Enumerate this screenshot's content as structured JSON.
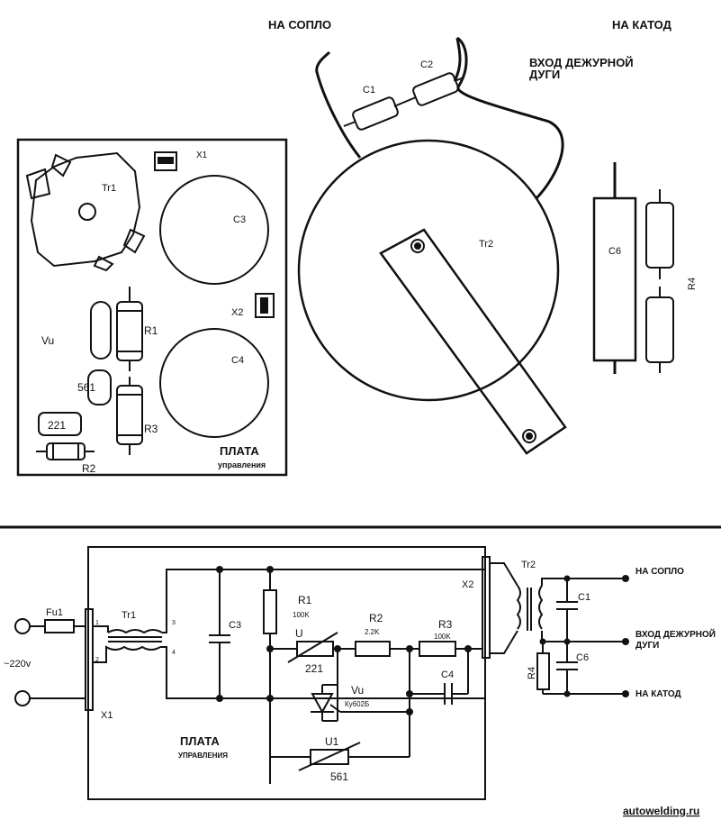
{
  "top": {
    "label_nozzle": "НА СОПЛО",
    "label_cathode": "НА КАТОД",
    "label_pilot_line1": "ВХОД ДЕЖУРНОЙ",
    "label_pilot_line2": "ДУГИ",
    "board": {
      "title": "ПЛАТА",
      "subtitle": "управления",
      "tr1": "Tr1",
      "x1": "X1",
      "x2": "X2",
      "c3": "C3",
      "c4": "C4",
      "vu": "Vu",
      "r1": "R1",
      "r3": "R3",
      "r2": "R2",
      "v561": "561",
      "v221": "221"
    },
    "c1": "C1",
    "c2": "C2",
    "tr2": "Tr2",
    "c6": "C6",
    "r4": "R4"
  },
  "schematic": {
    "fu1": "Fu1",
    "tr1": "Tr1",
    "mains": "~220v",
    "x1": "X1",
    "c3": "C3",
    "r1": "R1",
    "r1_val": "100K",
    "r2": "R2",
    "r2_val": "2.2K",
    "r3": "R3",
    "r3_val": "100K",
    "u": "U",
    "v221": "221",
    "vu": "Vu",
    "vu_part": "Ку602Б",
    "c4": "C4",
    "u1": "U1",
    "v561": "561",
    "x2": "X2",
    "tr2": "Tr2",
    "c1": "C1",
    "c6": "C6",
    "r4": "R4",
    "nozzle": "НА СОПЛО",
    "pilot_line1": "ВХОД ДЕЖУРНОЙ",
    "pilot_line2": "ДУГИ",
    "cathode": "НА КАТОД",
    "board_title": "ПЛАТА",
    "board_subtitle": "УПРАВЛЕНИЯ",
    "pin1": "1",
    "pin2": "2",
    "pin3": "3",
    "pin4": "4"
  },
  "watermark": "autowelding.ru"
}
